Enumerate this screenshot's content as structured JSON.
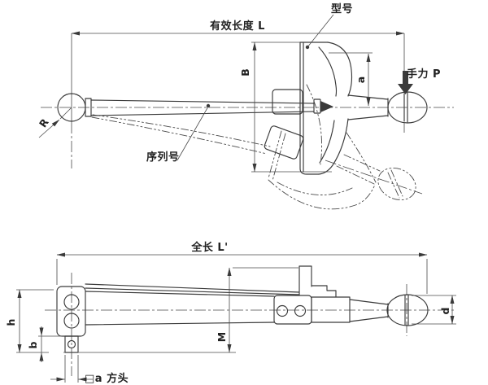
{
  "drawing": {
    "type": "technical-drawing",
    "subject": "plate/beam torque wrench, two orthographic views with dimension callouts",
    "colors": {
      "line": "#3a3a3a",
      "dimension_line": "#4a4a4a",
      "background": "#ffffff",
      "text": "#222222"
    },
    "top_view": {
      "dim_effective_length": "有效长度 L",
      "label_model": "型号",
      "label_hand_force": "手力 P",
      "label_serial_number": "序列号",
      "dim_width_B": "B",
      "dim_scale_offset_a": "a",
      "dim_radius_R": "R"
    },
    "side_view": {
      "dim_total_length": "全长 L'",
      "dim_head_height_h": "h",
      "dim_square_length_b": "b",
      "dim_overall_height_M": "M",
      "dim_handle_dia_d": "d",
      "label_square_drive": "□a 方头"
    }
  }
}
